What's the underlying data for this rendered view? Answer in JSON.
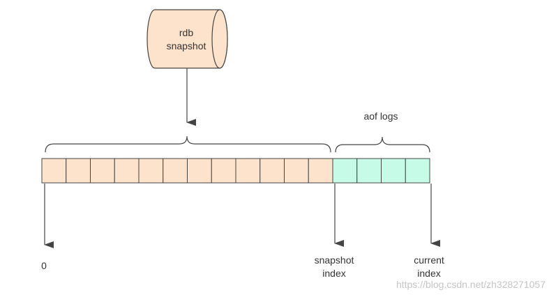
{
  "rdb": {
    "line1": "rdb",
    "line2": "snapshot"
  },
  "aof": {
    "label": "aof logs"
  },
  "log_cells": {
    "rdb_count": 12,
    "aof_count": 4
  },
  "markers": {
    "start": "0",
    "snapshot_index": {
      "line1": "snapshot",
      "line2": "index"
    },
    "current_index": {
      "line1": "current",
      "line2": "index"
    }
  },
  "watermark": "https://blog.csdn.net/zh328271057",
  "colors": {
    "rdb_fill": "#fde2cc",
    "aof_fill": "#c6fbe8",
    "stroke": "#444444"
  }
}
